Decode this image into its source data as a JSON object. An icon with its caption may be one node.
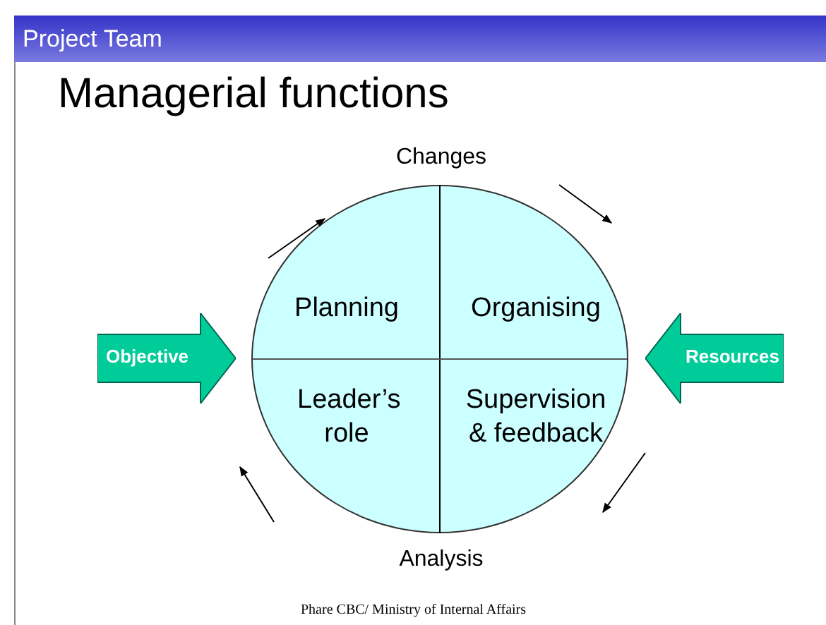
{
  "diagram": {
    "title": "Managerial functions",
    "nodes": [
      {
        "text": [],
        "shape": "circle"
      },
      {
        "text": [
          "Planning"
        ],
        "in": 0
      },
      {
        "text": [
          "Organising"
        ],
        "in": 0
      },
      {
        "text": [
          "Leader’s role"
        ],
        "in": 0
      },
      {
        "text": [
          "Supervision & feedback"
        ],
        "in": 0
      },
      {
        "text": [
          "Objective"
        ]
      },
      {
        "text": [
          "Resources"
        ]
      }
    ],
    "labels": [
      "Project Team",
      "Changes",
      "Analysis",
      "Phare CBC/ Ministry of Internal Affairs"
    ]
  }
}
